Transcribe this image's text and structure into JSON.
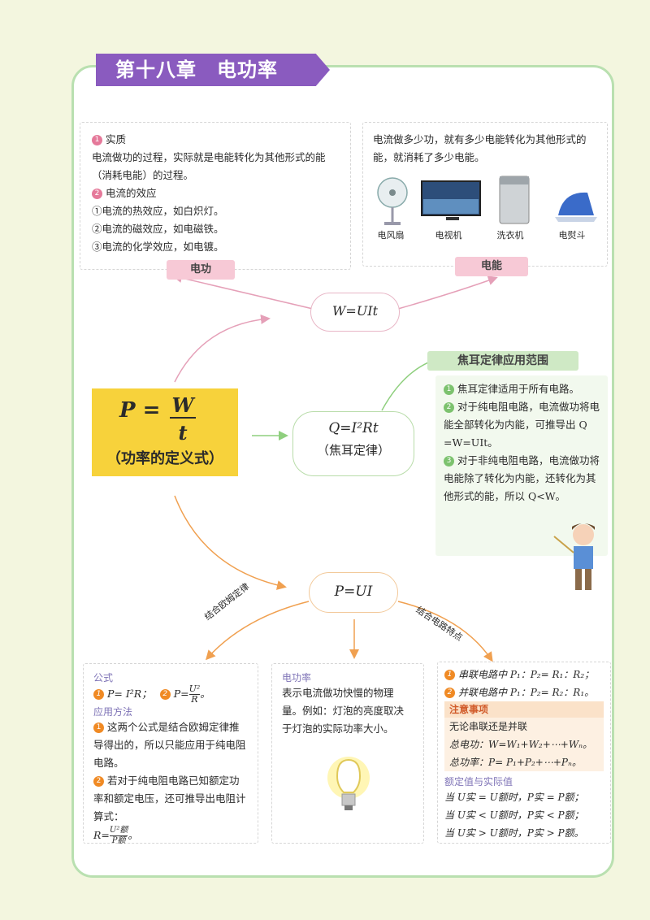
{
  "chapter": "第十八章　电功率",
  "electric_work_box": {
    "h1": "实质",
    "p1": "电流做功的过程，实际就是电能转化为其他形式的能（消耗电能）的过程。",
    "h2": "电流的效应",
    "e1": "①电流的热效应，如白炽灯。",
    "e2": "②电流的磁效应，如电磁铁。",
    "e3": "③电流的化学效应，如电镀。"
  },
  "energy_box": {
    "text": "电流做多少功，就有多少电能转化为其他形式的能，就消耗了多少电能。",
    "items": [
      "电风扇",
      "电视机",
      "洗衣机",
      "电熨斗"
    ]
  },
  "tags": {
    "work": "电功",
    "energy": "电能",
    "joule_scope": "焦耳定律应用范围"
  },
  "formulas": {
    "W": "W=UIt",
    "Q": "Q=I²Rt",
    "Q_name": "（焦耳定律）",
    "P_lhs": "P =",
    "P_num": "W",
    "P_den": "t",
    "P_def": "（功率的定义式）",
    "PUI": "P=UI"
  },
  "joule_box": {
    "l1": "焦耳定律适用于所有电路。",
    "l2": "对于纯电阻电路，电流做功将电能全部转化为内能，可推导出 Q =W=UIt。",
    "l3": "对于非纯电阻电路，电流做功将电能除了转化为内能，还转化为其他形式的能，所以 Q<W。"
  },
  "arrows": {
    "left": "结合欧姆定律",
    "right": "结合电路特点"
  },
  "formula_box": {
    "title": "公式",
    "f1": "P= I²R；",
    "f2_lhs": "P=",
    "f2_num": "U²",
    "f2_den": "R",
    "f2_tail": "。",
    "method": "应用方法",
    "m1": "这两个公式是结合欧姆定律推导得出的，所以只能应用于纯电阻电路。",
    "m2": "若对于纯电阻电路已知额定功率和额定电压，还可推导出电阻计算式：",
    "r_lhs": "R=",
    "r_num": "U²额",
    "r_den": "P额",
    "r_tail": "。"
  },
  "power_box": {
    "title": "电功率",
    "text": "表示电流做功快慢的物理量。例如：灯泡的亮度取决于灯泡的实际功率大小。"
  },
  "circuit_box": {
    "s1": "串联电路中 P₁：P₂= R₁：R₂；",
    "s2": "并联电路中 P₁：P₂= R₂：R₁。",
    "attention": "注意事项",
    "a1": "无论串联还是并联",
    "a2": "总电功：W=W₁+W₂+⋯+Wₙ。",
    "a3": "总功率：P= P₁+P₂+⋯+Pₙ。",
    "rated_title": "额定值与实际值",
    "r1": "当 U实 = U额时，P实 = P额；",
    "r2": "当 U实 < U额时，P实 < P额；",
    "r3": "当 U实 > U额时，P实 > P额。"
  },
  "colors": {
    "purple": "#8a5bbf",
    "pink": "#e5799a",
    "green": "#7cc26e",
    "orange": "#f08a24",
    "yellow": "#f7d23b"
  }
}
